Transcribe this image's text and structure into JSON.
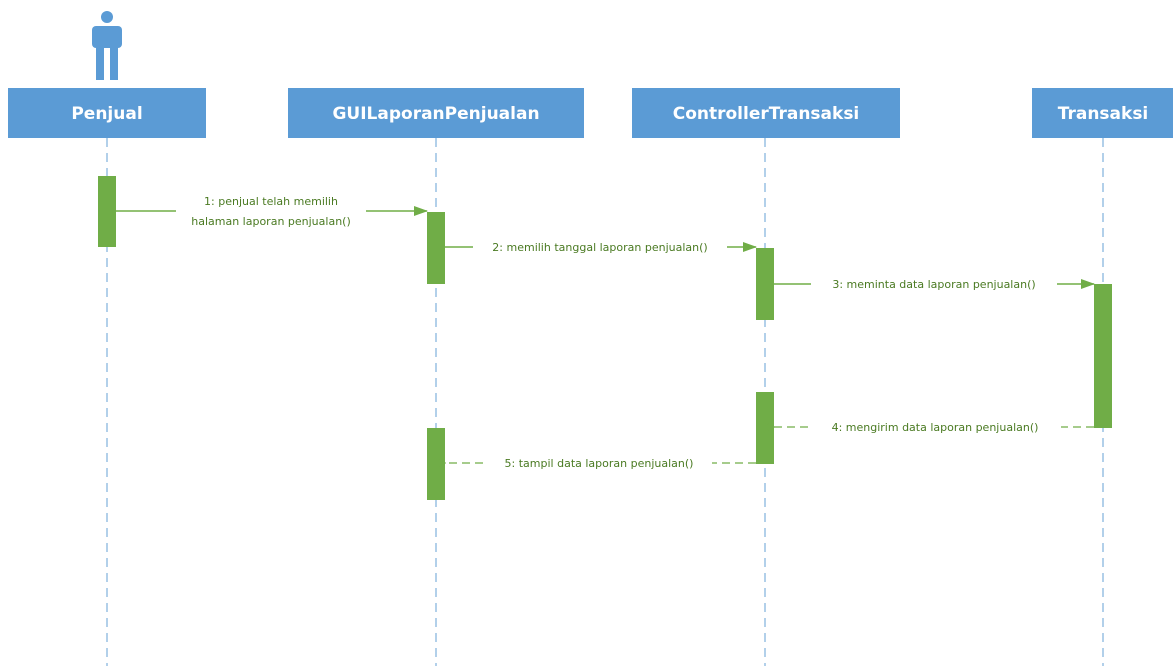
{
  "colors": {
    "header_fill": "#5b9bd5",
    "header_text": "#ffffff",
    "lifeline": "#7fb0dc",
    "activation": "#70ad47",
    "message": "#70ad47",
    "message_text": "#4a7a22",
    "actor": "#5b9bd5"
  },
  "actor": {
    "icon": "person-icon"
  },
  "participants": [
    {
      "id": "penjual",
      "label": "Penjual"
    },
    {
      "id": "gui",
      "label": "GUILaporanPenjualan"
    },
    {
      "id": "controller",
      "label": "ControllerTransaksi"
    },
    {
      "id": "transaksi",
      "label": "Transaksi"
    }
  ],
  "messages": [
    {
      "id": "m1",
      "lines": [
        "1: penjual telah memilih",
        "halaman laporan penjualan()"
      ],
      "from": "penjual",
      "to": "gui",
      "kind": "sync"
    },
    {
      "id": "m2",
      "lines": [
        "2: memilih tanggal laporan penjualan()"
      ],
      "from": "gui",
      "to": "controller",
      "kind": "sync"
    },
    {
      "id": "m3",
      "lines": [
        "3: meminta data laporan penjualan()"
      ],
      "from": "controller",
      "to": "transaksi",
      "kind": "sync"
    },
    {
      "id": "m4",
      "lines": [
        "4: mengirim data laporan penjualan()"
      ],
      "from": "transaksi",
      "to": "controller",
      "kind": "return"
    },
    {
      "id": "m5",
      "lines": [
        "5: tampil data laporan penjualan()"
      ],
      "from": "controller",
      "to": "gui",
      "kind": "return"
    }
  ]
}
